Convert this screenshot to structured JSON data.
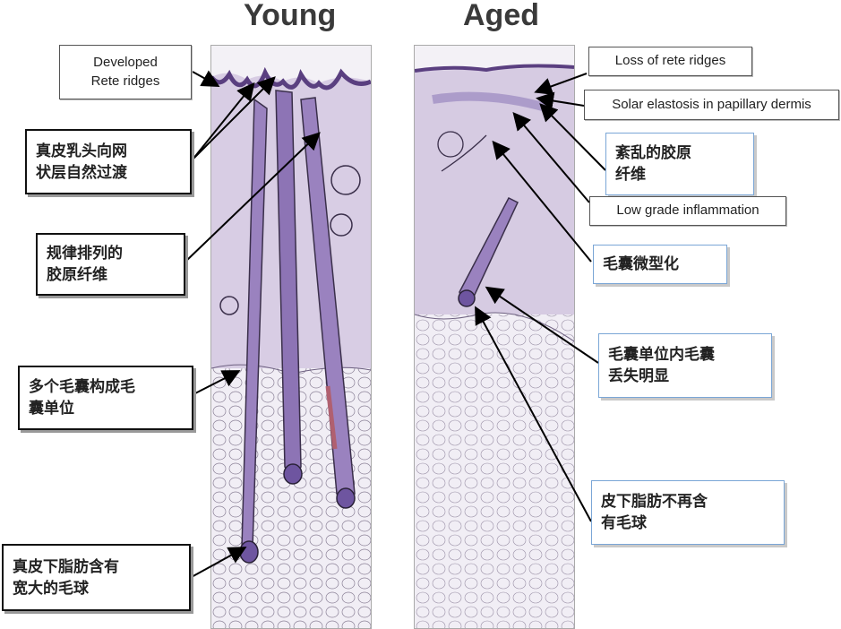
{
  "titles": {
    "young": "Young",
    "aged": "Aged"
  },
  "labels": {
    "developed_rete": "Developed\nRete ridges",
    "dermal_transition": "真皮乳头向网\n状层自然过渡",
    "collagen_regular": "规律排列的\n胶原纤维",
    "follicle_unit": "多个毛囊构成毛\n囊单位",
    "bulb_large": "真皮下脂肪含有\n宽大的毛球",
    "loss_rete": "Loss of rete ridges",
    "solar_elastosis": "Solar elastosis in papillary dermis",
    "collagen_disorder": "紊乱的胶原\n纤维",
    "low_inflammation": "Low grade inflammation",
    "miniaturization": "毛囊微型化",
    "follicle_loss": "毛囊单位内毛囊\n丢失明显",
    "no_bulb": "皮下脂肪不再含\n有毛球"
  },
  "colors": {
    "tissue": "#d9cfe3",
    "stroke": "#3a2f4a",
    "follicle": "#7b5ea8",
    "epidermis": "#5a3f80",
    "fat": "#efecf3"
  }
}
